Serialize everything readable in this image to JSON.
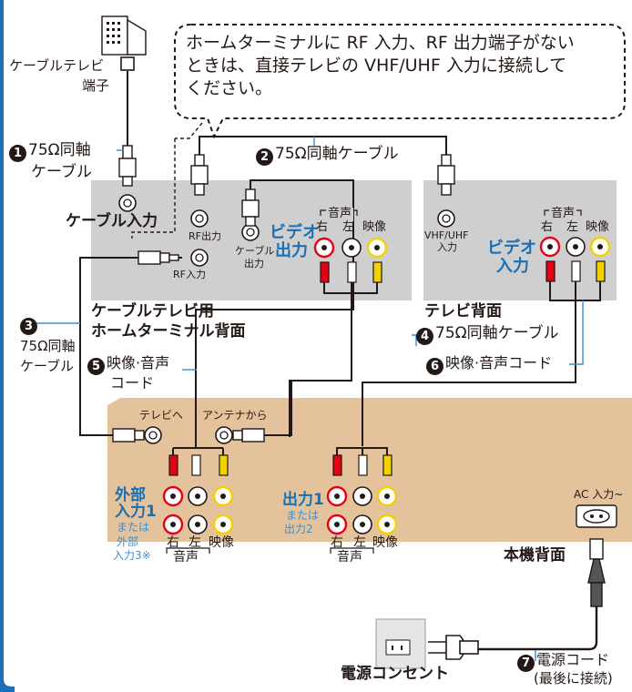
{
  "note": {
    "line1": "ホームターミナルに RF 入力、RF 出力端子がない",
    "line2": "ときは、直接テレビの VHF/UHF 入力に接続して",
    "line3": "ください。"
  },
  "cable_outlet": {
    "line1": "ケーブルテレビ",
    "line2": "端子"
  },
  "home_terminal": {
    "cable_in": "ケーブル入力",
    "rf_out": "RF出力",
    "rf_in": "RF入力",
    "cable_out_1": "ケーブル",
    "cable_out_2": "出力",
    "video_out_1": "ビデオ",
    "video_out_2": "出力",
    "audio": "音声",
    "right": "右",
    "left": "左",
    "video": "映像",
    "title_1": "ケーブルテレビ用",
    "title_2": "ホームターミナル背面"
  },
  "tv": {
    "vhf_1": "VHF/UHF",
    "vhf_2": "入力",
    "video_in_1": "ビデオ",
    "video_in_2": "入力",
    "audio": "音声",
    "right": "右",
    "left": "左",
    "video": "映像",
    "title": "テレビ背面"
  },
  "recorder": {
    "to_tv": "テレビへ",
    "from_antenna": "アンテナから",
    "ext_in_1": "外部",
    "ext_in_2": "入力1",
    "or": "または",
    "ext3_1": "外部",
    "ext3_2": "入力3※",
    "out_1": "出力1",
    "out_or": "または",
    "out_2": "出力2",
    "right": "右",
    "left": "左",
    "video": "映像",
    "audio": "音声",
    "ac_in": "AC 入力~",
    "title": "本機背面"
  },
  "outlet": {
    "label": "電源コンセント"
  },
  "cables": {
    "c1_num": "1",
    "c1_1": "75Ω同軸",
    "c1_2": "ケーブル",
    "c2_num": "2",
    "c2": "75Ω同軸ケーブル",
    "c3_num": "3",
    "c3_1": "75Ω同軸",
    "c3_2": "ケーブル",
    "c4_num": "4",
    "c4": "75Ω同軸ケーブル",
    "c5_num": "5",
    "c5_1": "映像·音声",
    "c5_2": "コード",
    "c6_num": "6",
    "c6": "映像·音声コード",
    "c7_num": "7",
    "c7_1": "電源コード",
    "c7_2": "(最後に接続)"
  },
  "colors": {
    "panel": "#cfcfd0",
    "recorder": "#e3c29c",
    "border": "#1d6fb8",
    "jack_red": "#e60012",
    "jack_white": "#ffffff",
    "jack_yellow": "#f2d100",
    "text_blue": "#1a6fb4"
  }
}
